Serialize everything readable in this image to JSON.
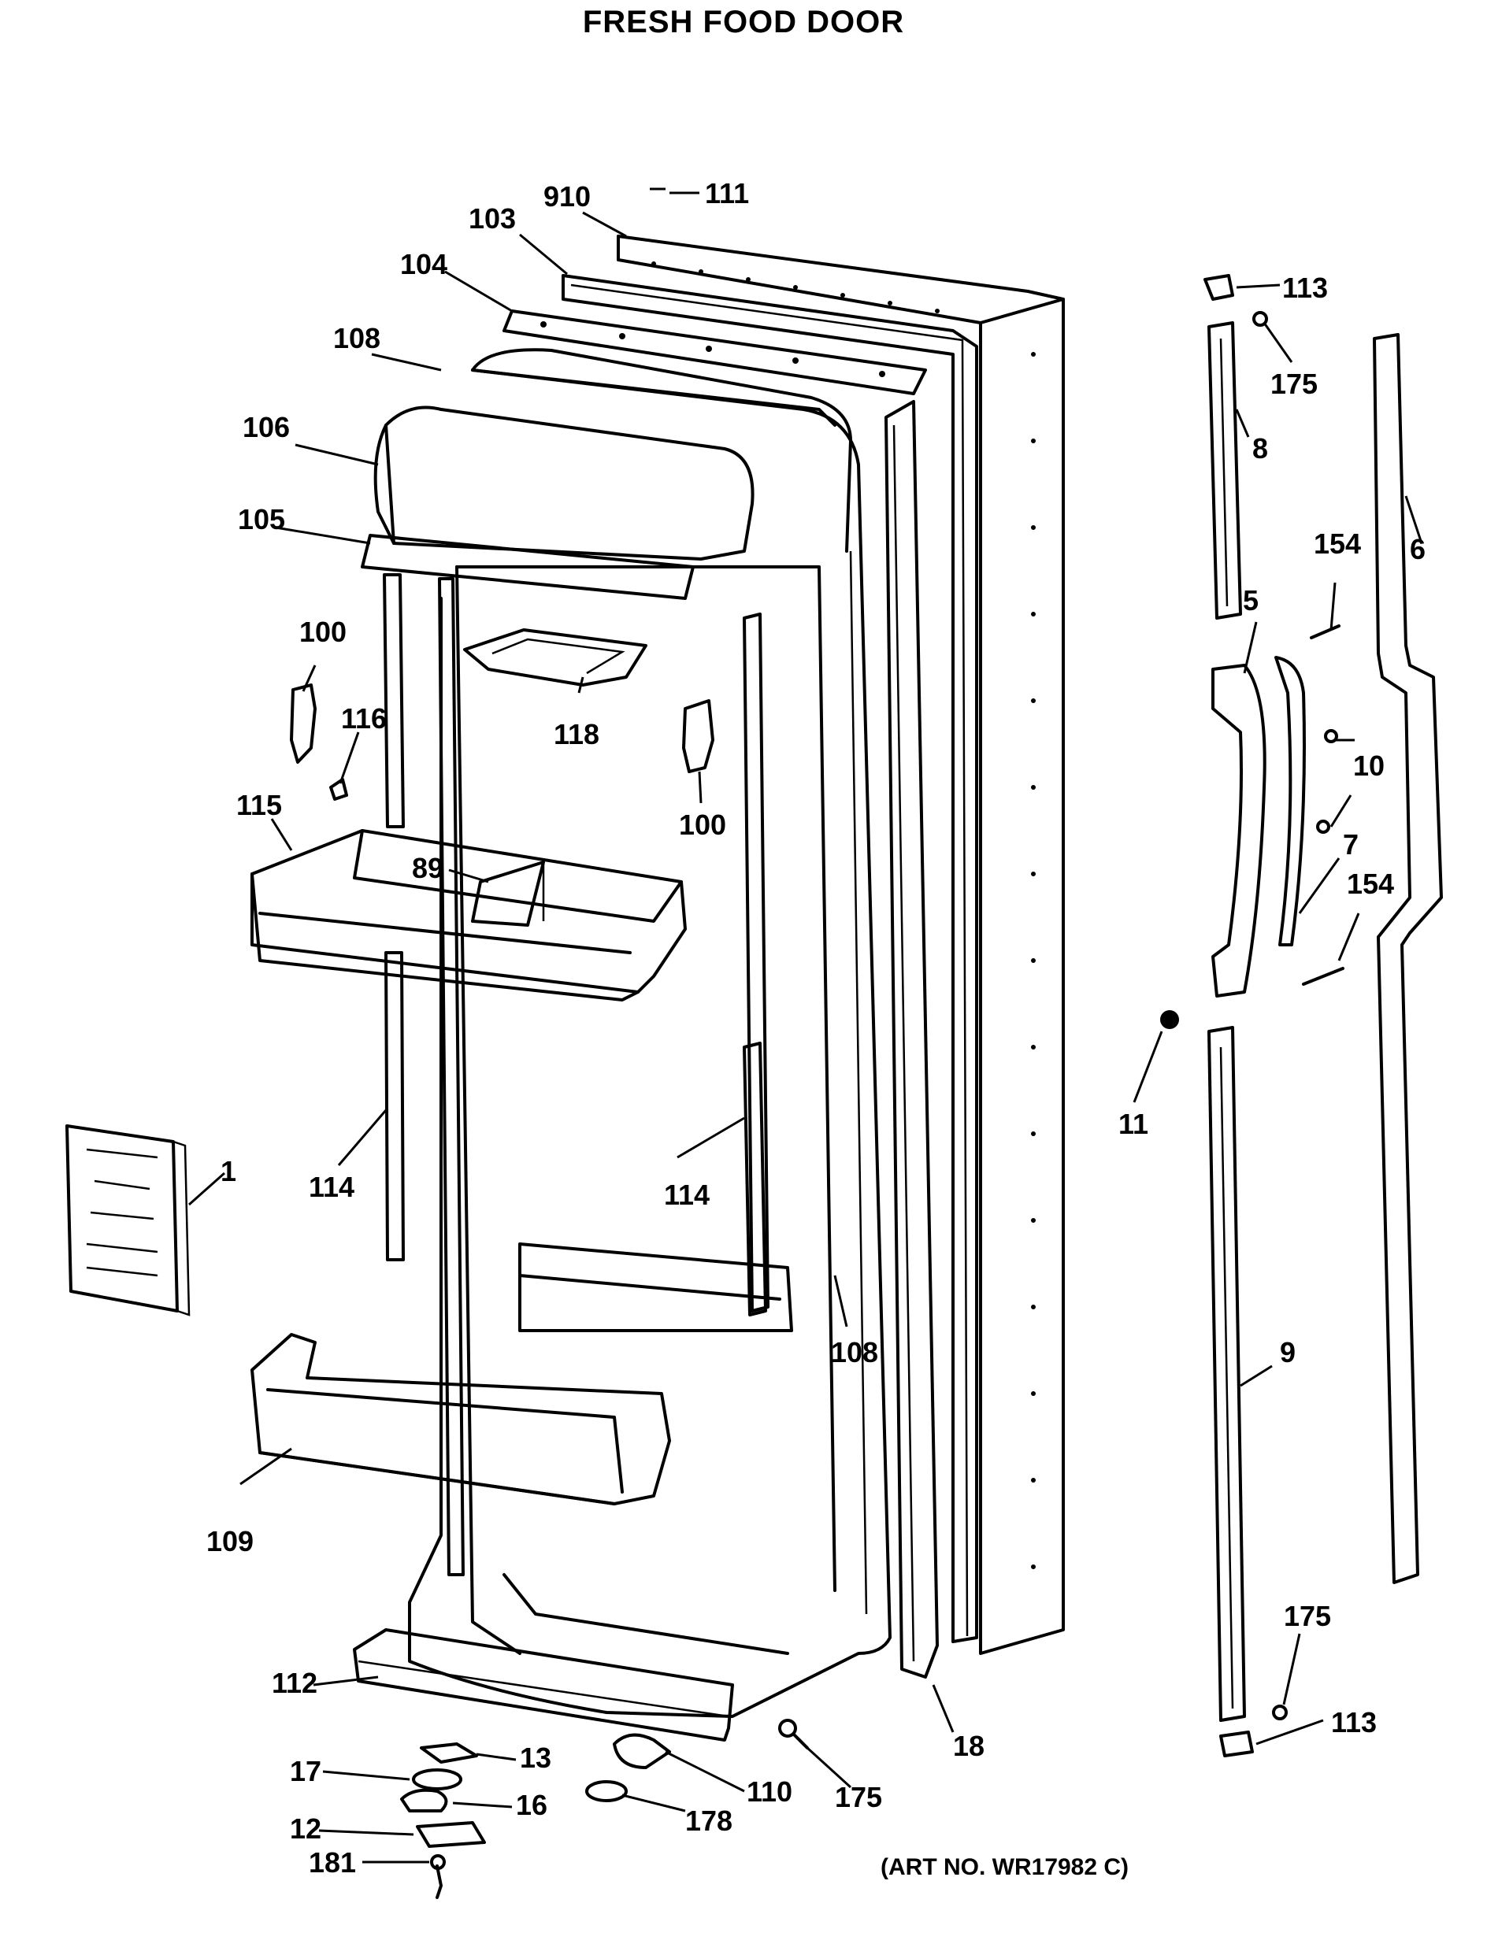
{
  "title": "FRESH FOOD DOOR",
  "art_no": "(ART NO. WR17982 C)",
  "labels": {
    "l910": "910",
    "l111": "111",
    "l103": "103",
    "l104": "104",
    "l108a": "108",
    "l106": "106",
    "l105": "105",
    "l100a": "100",
    "l116": "116",
    "l118": "118",
    "l100b": "100",
    "l115": "115",
    "l89": "89",
    "l114a": "114",
    "l114b": "114",
    "l1": "1",
    "l108b": "108",
    "l109": "109",
    "l112": "112",
    "l13": "13",
    "l17": "17",
    "l16": "16",
    "l12": "12",
    "l181": "181",
    "l110": "110",
    "l178": "178",
    "l175a": "175",
    "l18": "18",
    "l113a": "113",
    "l175b": "175",
    "l8": "8",
    "l6": "6",
    "l154a": "154",
    "l5": "5",
    "l10": "10",
    "l7": "7",
    "l154b": "154",
    "l11": "11",
    "l9": "9",
    "l175c": "175",
    "l113b": "113"
  }
}
